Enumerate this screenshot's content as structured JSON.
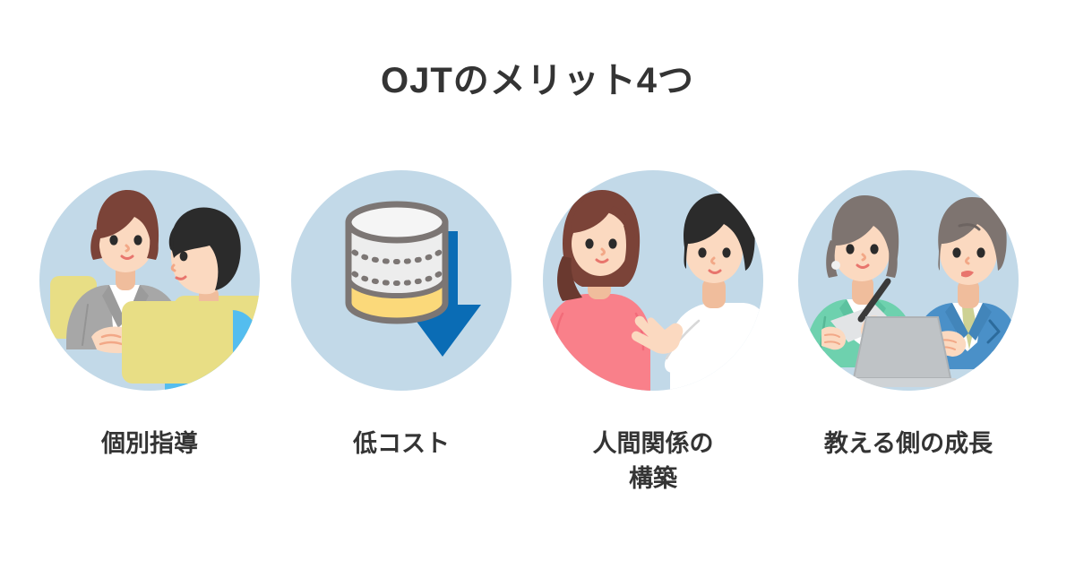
{
  "header": {
    "title": "OJTのメリット4つ"
  },
  "colors": {
    "background": "#ffffff",
    "text": "#343434",
    "circle_bg": "#c2d9e8",
    "arrow_blue": "#0a6cb5",
    "cylinder_yellow": "#fbd97a",
    "cylinder_body": "#ededed",
    "cylinder_outline": "#7c7674",
    "chair_yellow": "#e8de85",
    "blazer_gray": "#a7a7a7",
    "shirt_blue": "#54bdef",
    "hair_brown": "#7b4338",
    "hair_black": "#2b2b2b",
    "hair_gray": "#7e7470",
    "skin": "#fbd9c0",
    "top_pink": "#f9808a",
    "jacket_teal": "#6ed1ae",
    "suit_blue": "#4a90c8",
    "tie_olive": "#cdd193",
    "laptop_gray": "#bfc3c6",
    "white": "#ffffff"
  },
  "cards": [
    {
      "id": "individual-guidance",
      "caption": "個別指導",
      "illustration": "two-people-meeting-icon"
    },
    {
      "id": "low-cost",
      "caption": "低コスト",
      "illustration": "cost-down-arrow-icon"
    },
    {
      "id": "relationship-building",
      "caption": "人間関係の\n構築",
      "illustration": "two-people-talking-icon"
    },
    {
      "id": "teacher-growth",
      "caption": "教える側の成長",
      "illustration": "two-people-laptop-icon"
    }
  ]
}
